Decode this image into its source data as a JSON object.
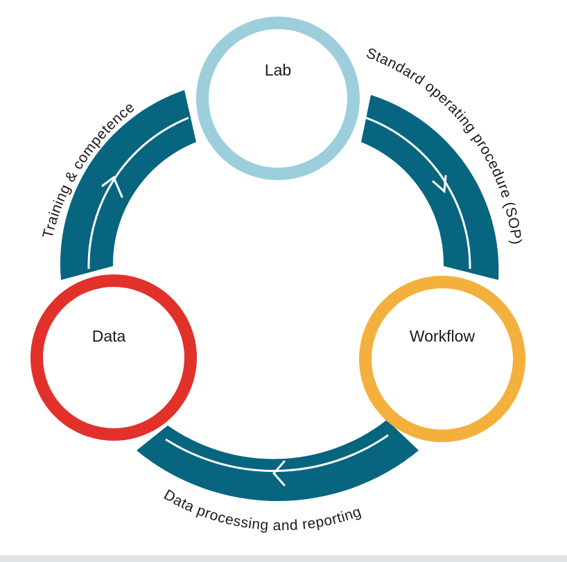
{
  "nodes": {
    "lab": {
      "label": "Lab",
      "color": "#9ccedb"
    },
    "workflow": {
      "label": "Workflow",
      "color": "#f4b03c"
    },
    "data": {
      "label": "Data",
      "color": "#e2312b"
    }
  },
  "arcs": {
    "sop": {
      "label": "Standard operating procedure (SOP)"
    },
    "processing": {
      "label": "Data processing and reporting"
    },
    "training": {
      "label": "Training & competence"
    }
  },
  "colors": {
    "arc_fill": "#07657f",
    "arrow_line": "#ffffff"
  }
}
